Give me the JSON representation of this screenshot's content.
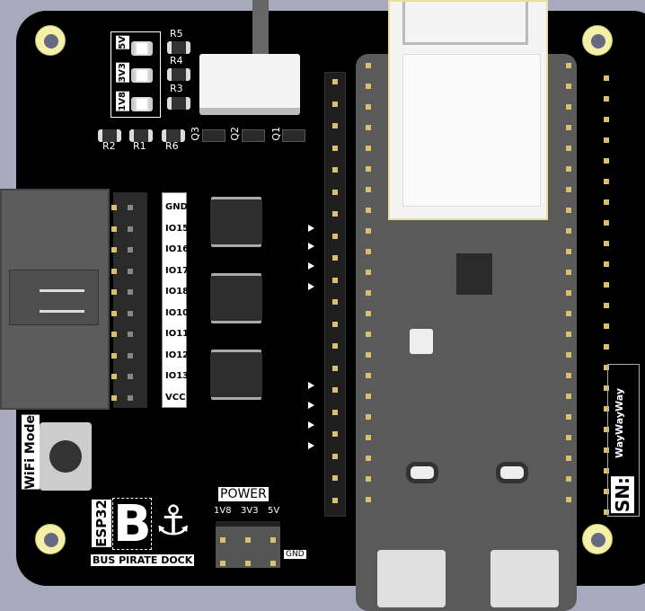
{
  "board": {
    "title": "BUS PIRATE DOCK",
    "mcu_label": "ESP32",
    "logo": "B",
    "wifi_label": "WiFi Mode",
    "led_labels": [
      "5V",
      "3V3",
      "1V8"
    ],
    "resistors": [
      "R5",
      "R4",
      "R3",
      "R2",
      "R1",
      "R6"
    ],
    "transistors": [
      "Q3",
      "Q2",
      "Q1"
    ],
    "connector_pins": [
      "GND",
      "IO15",
      "IO16",
      "IO17",
      "IO18",
      "IO10",
      "IO11",
      "IO12",
      "IO13",
      "VCC"
    ],
    "power": {
      "title": "POWER",
      "options": [
        "1V8",
        "3V3",
        "5V"
      ],
      "gnd_label": "GND"
    },
    "serial": {
      "label": "SN:",
      "value": "WayWayWay"
    }
  },
  "colors": {
    "board": "#000000",
    "background": "#a9a9bd",
    "module": "#5a5a5a",
    "pad": "#f4f0a8"
  }
}
